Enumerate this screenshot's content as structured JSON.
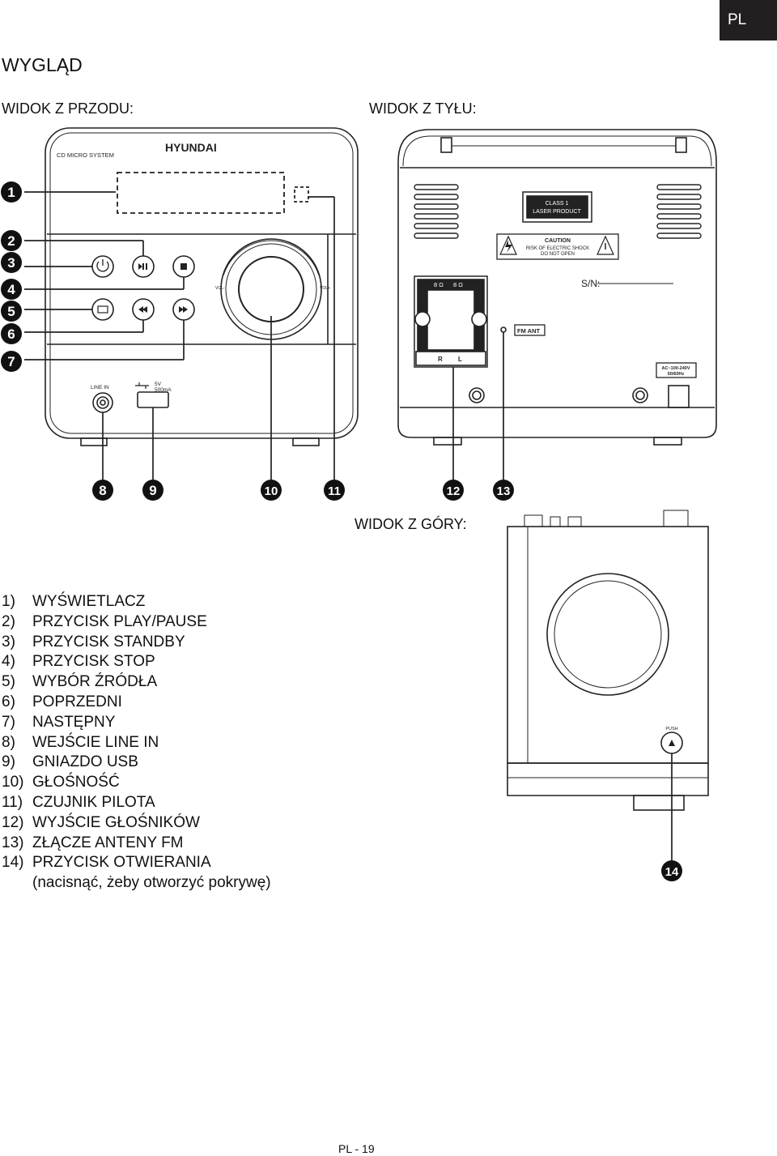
{
  "header": {
    "language_tab": "PL"
  },
  "title": "WYGLĄD",
  "views": {
    "front": "WIDOK Z PRZODU:",
    "back": "WIDOK Z TYŁU:",
    "top": "WIDOK Z GÓRY:"
  },
  "device_labels": {
    "brand": "HYUNDAI",
    "model": "CD MICRO SYSTEM",
    "line_in": "LINE IN",
    "usb_rating_1": "5V",
    "usb_rating_2": "500mA",
    "vol_minus": "VOL-",
    "vol_plus": "VOL+",
    "class1_line1": "CLASS 1",
    "class1_line2": "LASER PRODUCT",
    "caution_title": "CAUTION",
    "caution_line1": "RISK OF ELECTRIC SHOCK",
    "caution_line2": "DO NOT OPEN",
    "serial": "S/N:",
    "speaker_left_ohm": "8 Ω",
    "speaker_right_ohm": "8 Ω",
    "speaker_r": "R",
    "speaker_l": "L",
    "fm_ant": "FM ANT",
    "power_line1": "AC~100-240V",
    "power_line2": "50/60Hz",
    "push": "PUSH"
  },
  "callouts": [
    "1",
    "2",
    "3",
    "4",
    "5",
    "6",
    "7",
    "8",
    "9",
    "10",
    "11",
    "12",
    "13",
    "14"
  ],
  "legend": [
    {
      "num": "1)",
      "text": "WYŚWIETLACZ"
    },
    {
      "num": "2)",
      "text": "PRZYCISK PLAY/PAUSE"
    },
    {
      "num": "3)",
      "text": "PRZYCISK STANDBY"
    },
    {
      "num": "4)",
      "text": "PRZYCISK STOP"
    },
    {
      "num": "5)",
      "text": "WYBÓR ŹRÓDŁA"
    },
    {
      "num": "6)",
      "text": "POPRZEDNI"
    },
    {
      "num": "7)",
      "text": "NASTĘPNY"
    },
    {
      "num": "8)",
      "text": "WEJŚCIE LINE IN"
    },
    {
      "num": "9)",
      "text": "GNIAZDO USB"
    },
    {
      "num": "10)",
      "text": "GŁOŚNOŚĆ"
    },
    {
      "num": "11)",
      "text": "CZUJNIK PILOTA"
    },
    {
      "num": "12)",
      "text": "WYJŚCIE GŁOŚNIKÓW"
    },
    {
      "num": "13)",
      "text": "ZŁĄCZE ANTENY FM"
    },
    {
      "num": "14)",
      "text": "PRZYCISK OTWIERANIA"
    },
    {
      "num": "",
      "text": "(nacisnąć, żeby otworzyć pokrywę)"
    }
  ],
  "footer": {
    "page": "PL - 19"
  }
}
